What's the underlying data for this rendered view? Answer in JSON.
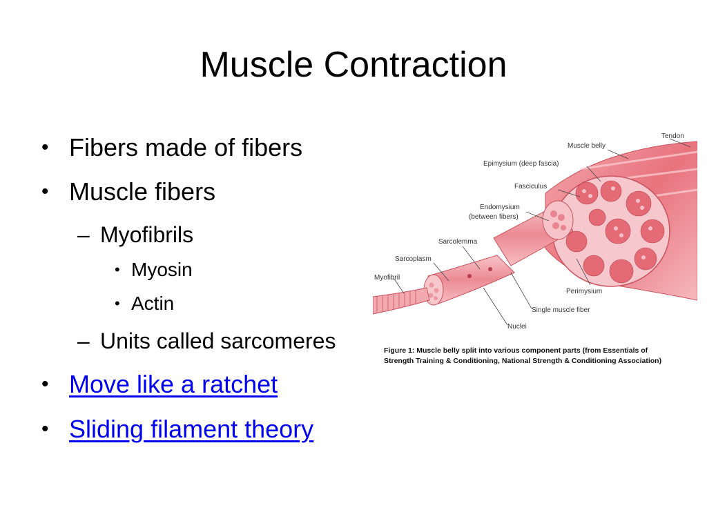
{
  "slide": {
    "title": "Muscle Contraction",
    "bullets": {
      "fibers": "Fibers made of fibers",
      "muscle_fibers": "Muscle fibers",
      "myofibrils": "Myofibrils",
      "myosin": "Myosin",
      "actin": "Actin",
      "sarcomeres": "Units called sarcomeres",
      "ratchet": "Move like a ratchet",
      "sliding": "Sliding filament theory"
    },
    "glyphs": {
      "bullet": "•",
      "dash": "–"
    },
    "figure": {
      "labels": {
        "tendon": "Tendon",
        "muscle_belly": "Muscle belly",
        "epimysium": "Epimysium (deep fascia)",
        "fasciculus": "Fasciculus",
        "endomysium_1": "Endomysium",
        "endomysium_2": "(between fibers)",
        "sarcolemma": "Sarcolemma",
        "sarcoplasm": "Sarcoplasm",
        "myofibril": "Myofibril",
        "perimysium": "Perimysium",
        "single_fiber": "Single muscle fiber",
        "nuclei": "Nuclei"
      },
      "caption_line1": "Figure 1: Muscle belly split into various component parts (from Essentials of",
      "caption_line2": "Strength Training & Conditioning, National Strength & Conditioning Association)"
    }
  }
}
